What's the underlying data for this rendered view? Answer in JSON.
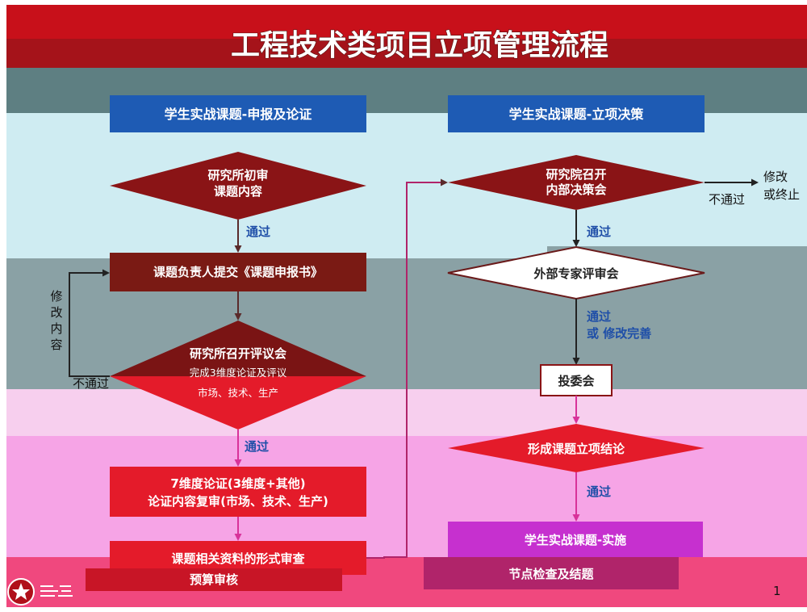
{
  "slide": {
    "title": "工程技术类项目立项管理流程",
    "page_number": "1"
  },
  "left_column": {
    "header": "学生实战课题-申报及论证",
    "node1": {
      "line1": "研究所初审",
      "line2": "课题内容"
    },
    "edge1": "通过",
    "node2": "课题负责人提交《课题申报书》",
    "loop_label_chars": [
      "修",
      "改",
      "内",
      "容"
    ],
    "loop_fail_label": "不通过",
    "node3": {
      "line1": "研究所召开评议会",
      "line2": "完成3维度论证及评议",
      "line3": "市场、技术、生产"
    },
    "edge2": "通过",
    "node4": {
      "line1": "7维度论证(3维度+其他)",
      "line2": "论证内容复审(市场、技术、生产)"
    },
    "node5": "课题相关资料的形式审查",
    "node6": "预算审核"
  },
  "right_column": {
    "header": "学生实战课题-立项决策",
    "node1": {
      "line1": "研究院召开",
      "line2": "内部决策会"
    },
    "fail_label": "不通过",
    "fail_outcome": {
      "line1": "修改",
      "line2": "或终止"
    },
    "edge1": "通过",
    "node2": "外部专家评审会",
    "edge2": {
      "line1": "通过",
      "line2": "或 修改完善"
    },
    "node3": "投委会",
    "node4": "形成课题立项结论",
    "edge3": "通过",
    "node5": "学生实战课题-实施",
    "node6": "节点检查及结题"
  },
  "colors": {
    "top_bar": "#c8101a",
    "band_teal": "#5e7f82",
    "band_light_cyan": "#cfecf2",
    "band_slate": "#8aa1a5",
    "band_light_pink": "#f7cfee",
    "band_pink": "#f6a4e6",
    "header_blue": "#1e5bb4",
    "dark_red": "#8a1416",
    "red": "#e41b2a",
    "magenta": "#c630cf",
    "edge_text_blue": "#1f4fa8"
  }
}
